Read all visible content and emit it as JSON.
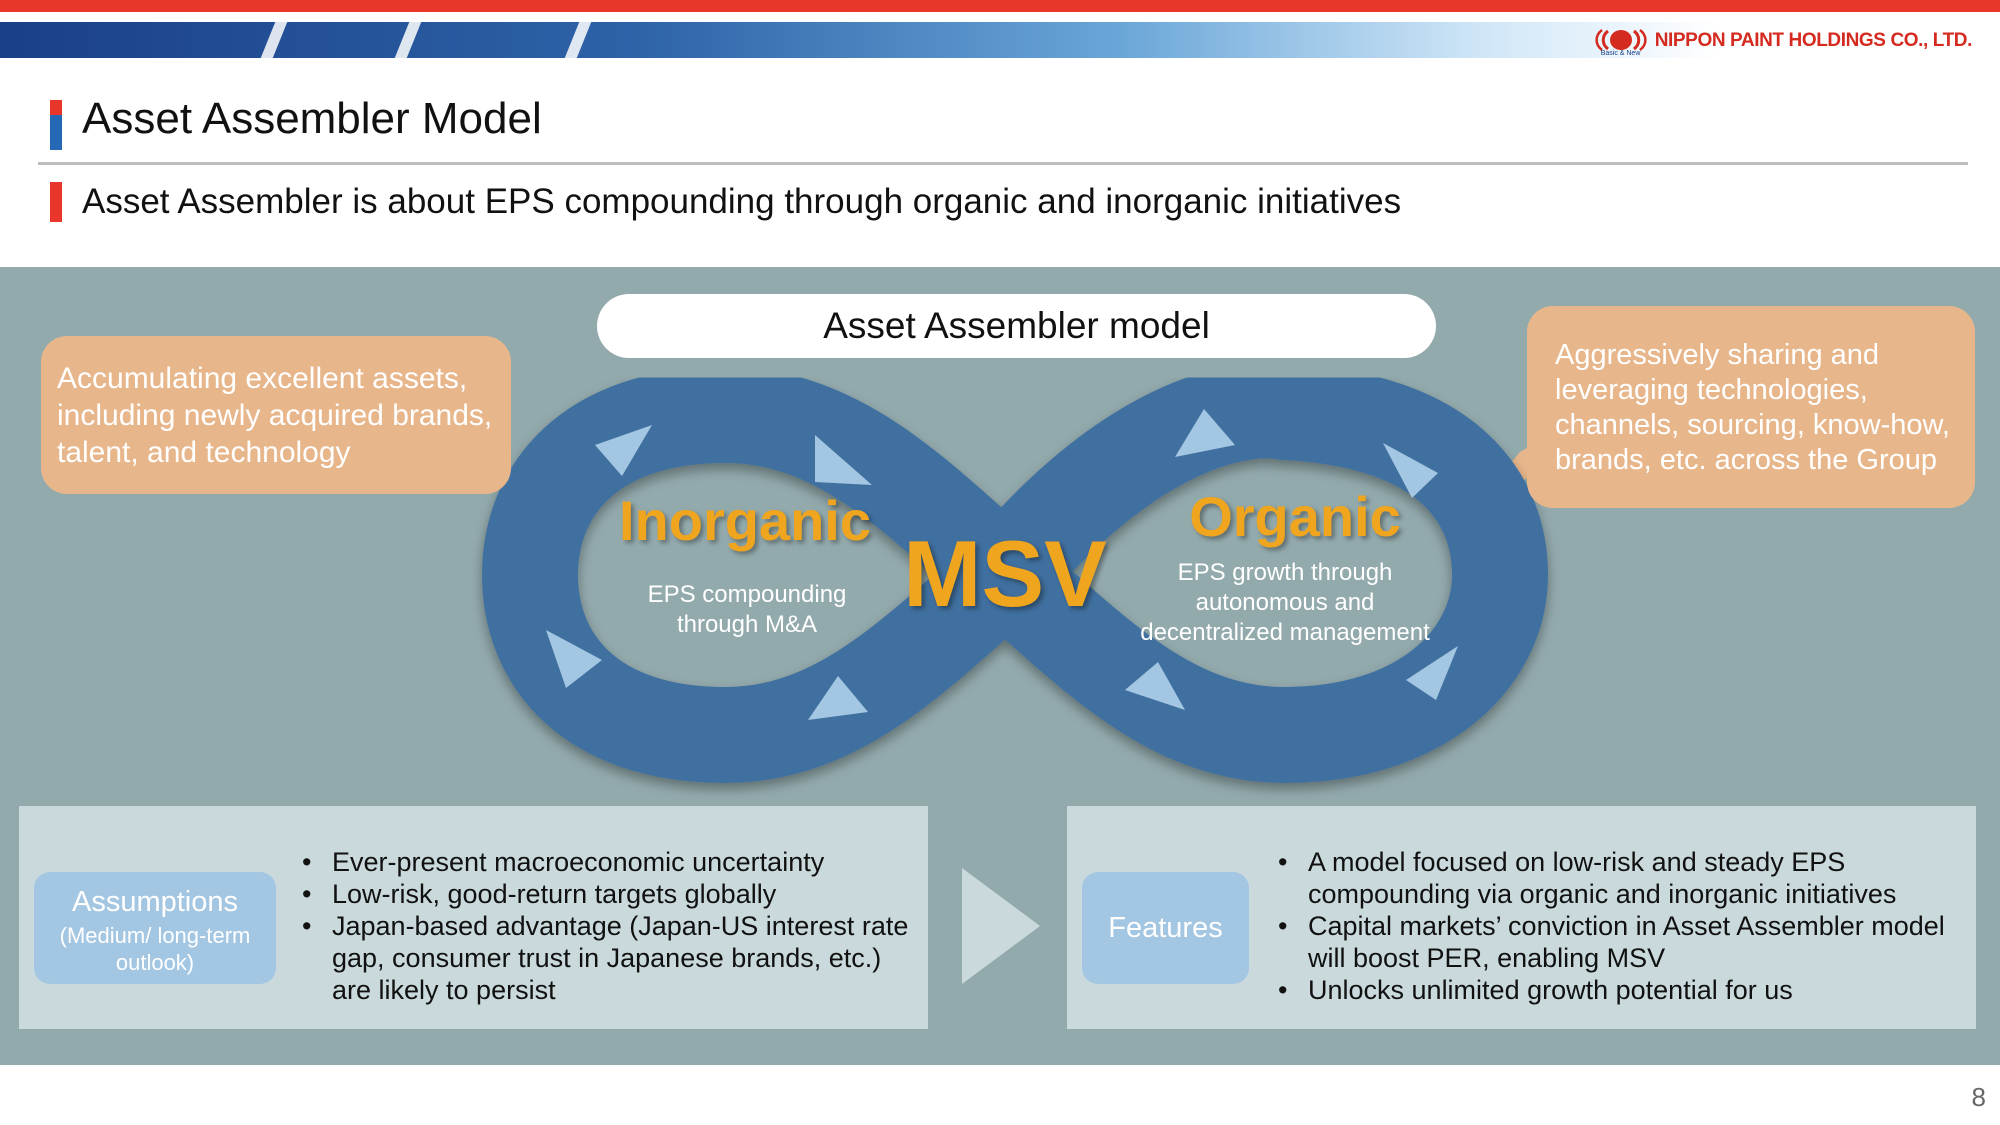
{
  "header": {
    "logo_text": "NIPPON PAINT HOLDINGS CO., LTD.",
    "logo_tagline": "Basic & New"
  },
  "slide": {
    "title": "Asset Assembler Model",
    "subtitle": "Asset Assembler is about EPS compounding through organic and inorganic initiatives",
    "page_number": "8"
  },
  "diagram": {
    "model_label": "Asset Assembler model",
    "left_callout": "Accumulating excellent assets, including newly acquired brands, talent, and technology",
    "right_callout": "Aggressively sharing and leveraging technologies, channels, sourcing, know-how, brands, etc. across the Group",
    "inorganic": {
      "label": "Inorganic",
      "description": "EPS compounding through M&A"
    },
    "center_label": "MSV",
    "organic": {
      "label": "Organic",
      "description": "EPS growth through autonomous and decentralized management"
    }
  },
  "assumptions": {
    "title": "Assumptions",
    "subtitle": "(Medium/ long-term outlook)",
    "items": [
      "Ever-present macroeconomic uncertainty",
      "Low-risk, good-return targets globally",
      "Japan-based advantage (Japan-US interest rate gap, consumer trust in Japanese brands, etc.) are likely to persist"
    ]
  },
  "features": {
    "title": "Features",
    "items": [
      "A model focused on low-risk and steady EPS compounding via organic and inorganic initiatives",
      "Capital markets’ conviction in Asset Assembler model will boost PER, enabling MSV",
      "Unlocks unlimited growth potential for us"
    ]
  },
  "colors": {
    "accent_red": "#e8372a",
    "brand_blue": "#2468b6",
    "loop_blue": "#41709f",
    "panel_gray": "#93aaad",
    "callout_orange": "#e8b68b",
    "highlight_gold": "#f0a51f"
  }
}
